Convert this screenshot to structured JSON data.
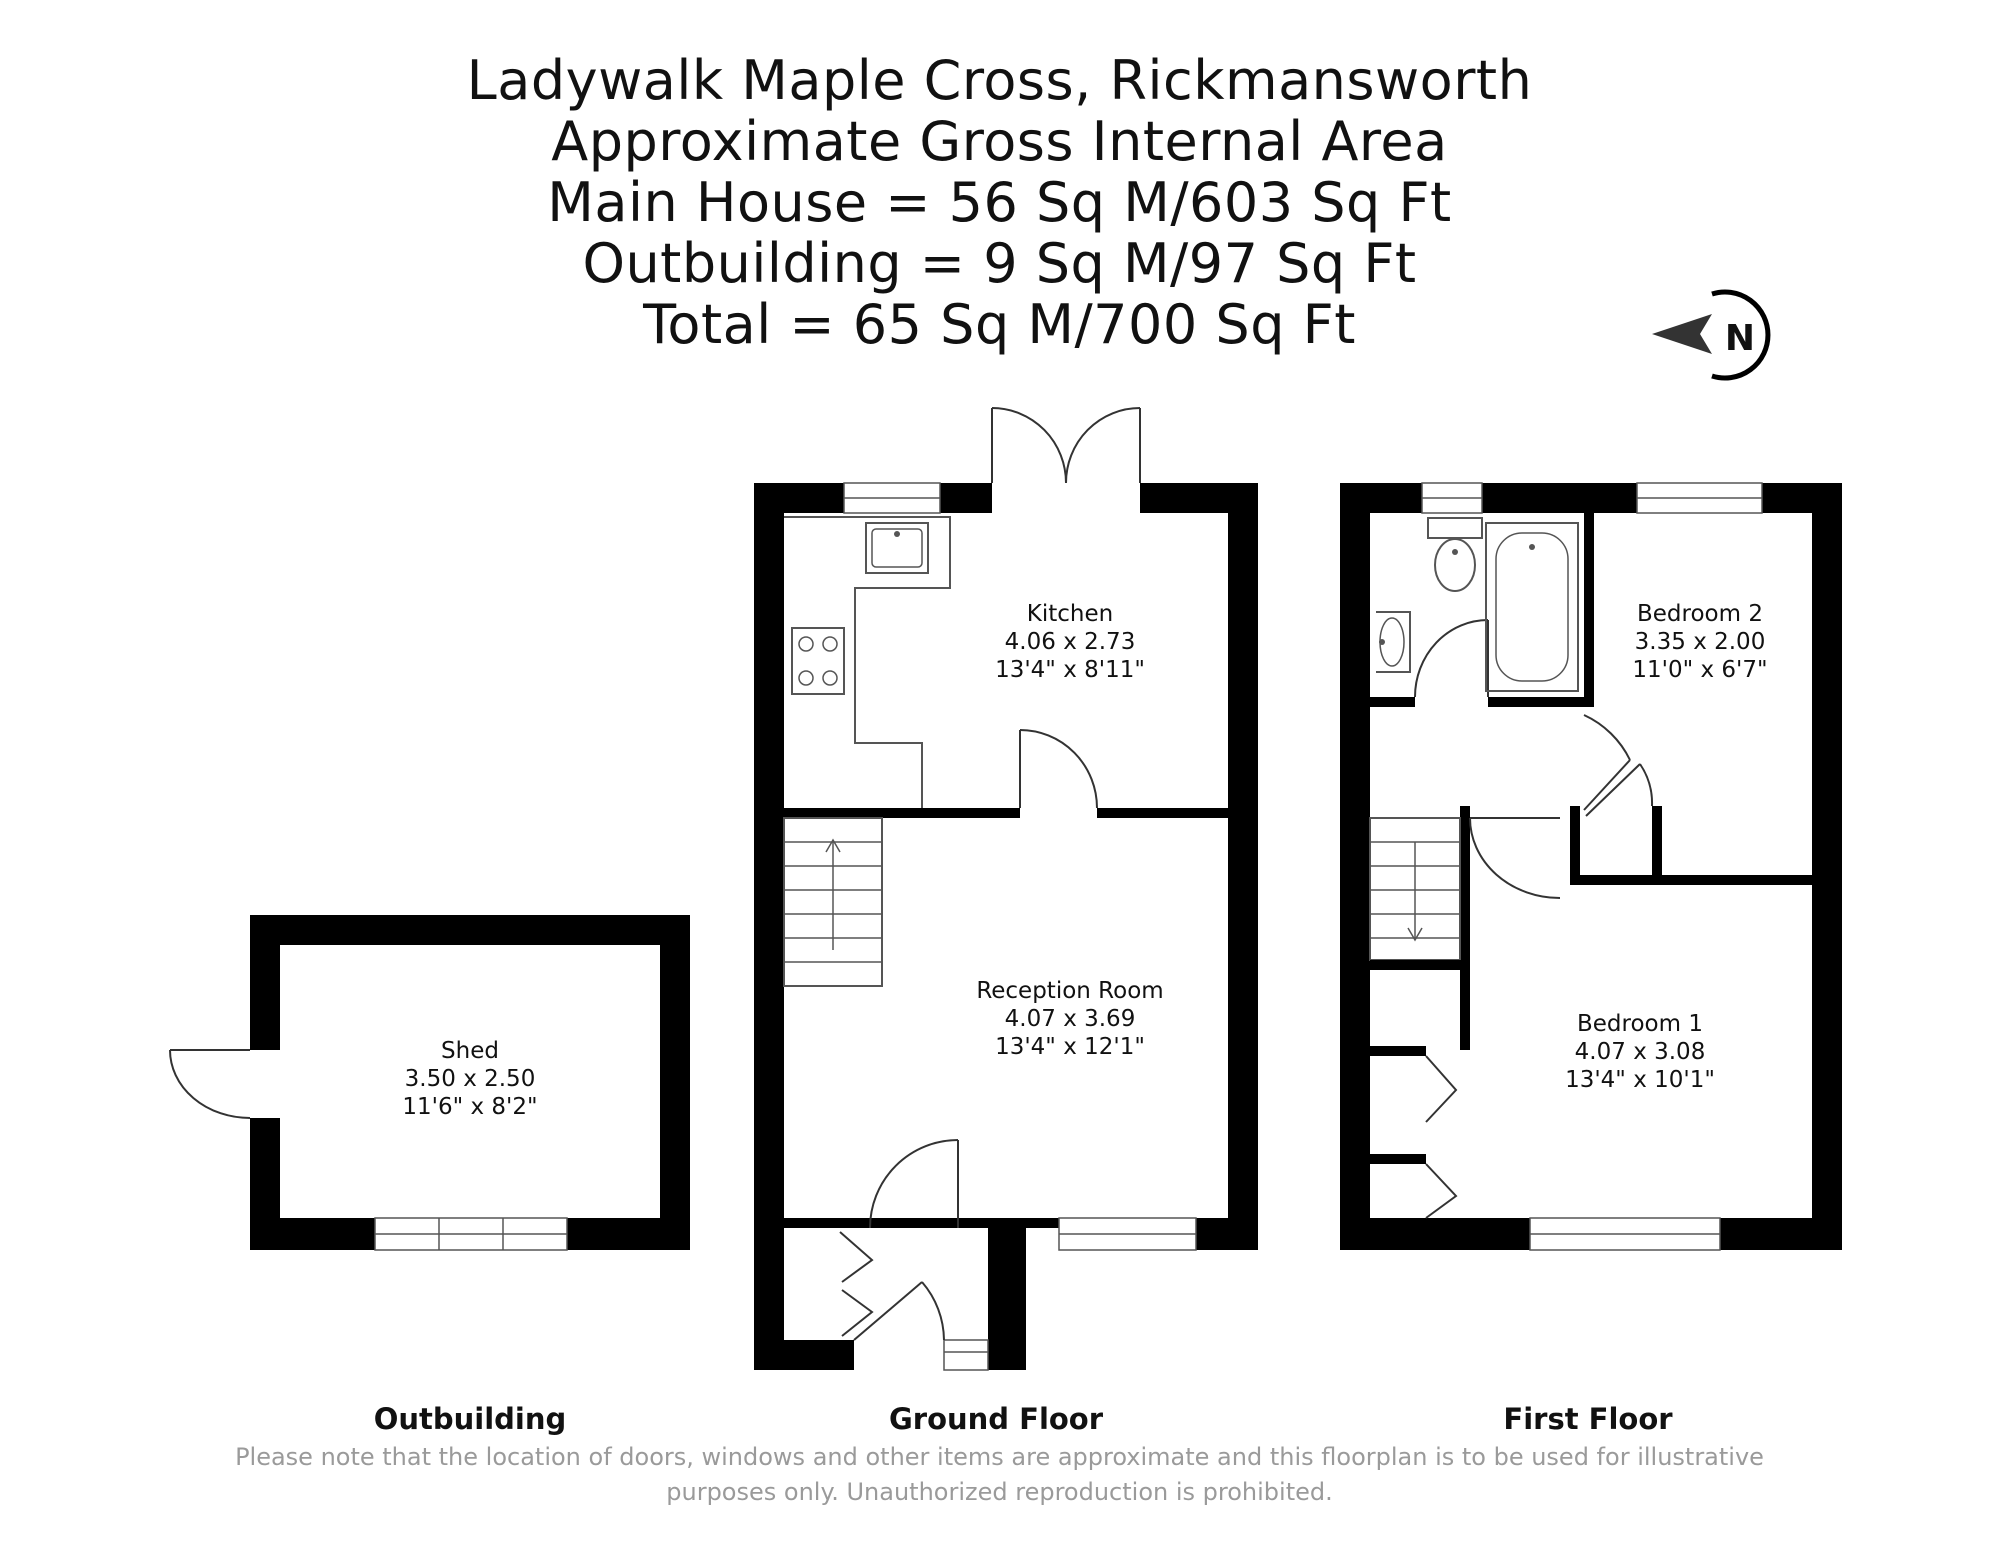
{
  "header": {
    "lines": [
      "Ladywalk Maple Cross, Rickmansworth",
      "Approximate Gross Internal Area",
      "Main House = 56 Sq M/603 Sq Ft",
      "Outbuilding = 9 Sq M/97 Sq Ft",
      "Total = 65 Sq M/700 Sq Ft"
    ]
  },
  "compass": {
    "letter": "N",
    "icon": "north-arrow-icon"
  },
  "rooms": {
    "kitchen": {
      "name": "Kitchen",
      "metric": "4.06 x 2.73",
      "imperial": "13'4\" x 8'11\""
    },
    "reception": {
      "name": "Reception Room",
      "metric": "4.07 x 3.69",
      "imperial": "13'4\" x 12'1\""
    },
    "shed": {
      "name": "Shed",
      "metric": "3.50 x 2.50",
      "imperial": "11'6\" x 8'2\""
    },
    "bedroom1": {
      "name": "Bedroom 1",
      "metric": "4.07 x 3.08",
      "imperial": "13'4\" x 10'1\""
    },
    "bedroom2": {
      "name": "Bedroom 2",
      "metric": "3.35 x 2.00",
      "imperial": "11'0\" x 6'7\""
    }
  },
  "floors": {
    "outbuilding": "Outbuilding",
    "ground": "Ground Floor",
    "first": "First Floor"
  },
  "disclaimer": {
    "line1": "Please note that the location of doors, windows and other items are approximate and this floorplan is to be used for illustrative",
    "line2": "purposes only. Unauthorized reproduction is prohibited."
  },
  "colors": {
    "wall": "#000000",
    "text": "#111111",
    "disclaimer": "#9a9a9a",
    "fixture": "#555555"
  }
}
